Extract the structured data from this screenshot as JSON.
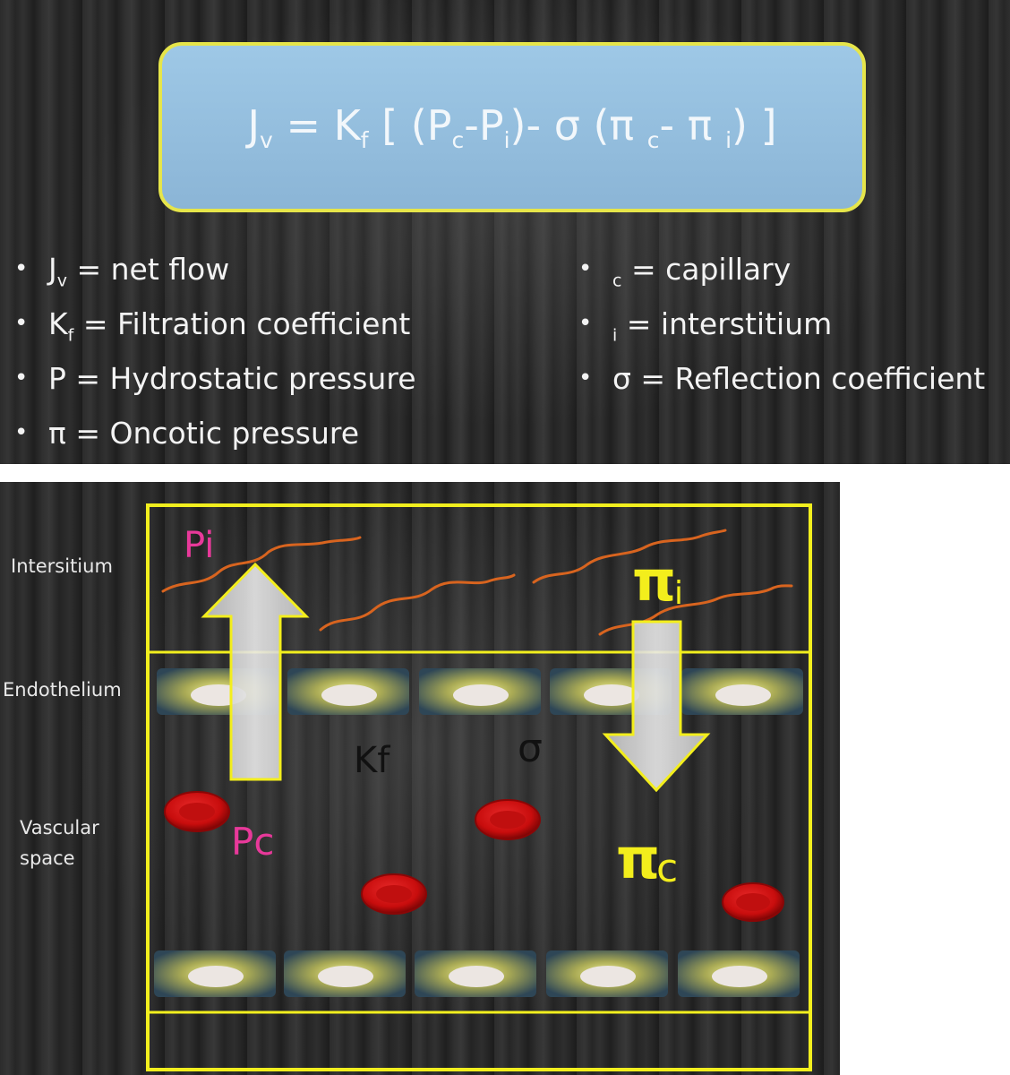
{
  "formula": {
    "j": "J",
    "j_sub": "v",
    "eq": " = K",
    "k_sub": "f",
    "mid1": " [ (P",
    "pc_sub": "c",
    "dash": "-P",
    "pi_sub": "i",
    "mid2": ")- σ (π ",
    "c_sub": "c",
    "mid3": "- π ",
    "i_sub": "i",
    "end": ") ]"
  },
  "legend_left": [
    {
      "main": "J",
      "sub": "v",
      "text": " = net flow"
    },
    {
      "main": "K",
      "sub": "f",
      "text": " = Filtration coefficient"
    },
    {
      "main": "P",
      "sub": "",
      "text": " = Hydrostatic pressure"
    },
    {
      "main": "π",
      "sub": "",
      "text": "  = Oncotic pressure"
    }
  ],
  "legend_right": [
    {
      "main": "",
      "sub": "c",
      "text": " = capillary"
    },
    {
      "main": "",
      "sub": "i",
      "text": " = interstitium"
    },
    {
      "main": "σ",
      "sub": "",
      "text": " = Reflection coefficient"
    }
  ],
  "bullet_char": "•",
  "side_labels": {
    "intersitium": "Intersitium",
    "endothelium": "Endothelium",
    "vascular_1": "Vascular",
    "vascular_2": "space"
  },
  "diagram_labels": {
    "pi": "Pi",
    "pc": "Pc",
    "kf": "Kf",
    "sigma": "σ",
    "pi_i_main": "π",
    "pi_i_sub": "i",
    "pi_c_main": "π",
    "pi_c_sub": "c"
  },
  "colors": {
    "frame": "#f2ef1e",
    "formula_box": "#9ec8e6",
    "pressure_label": "#e8399a",
    "oncotic_label": "#f3ee1c",
    "fiber": "#d8641f",
    "rbc": "#d81414",
    "arrow": "#d9d9d9"
  }
}
